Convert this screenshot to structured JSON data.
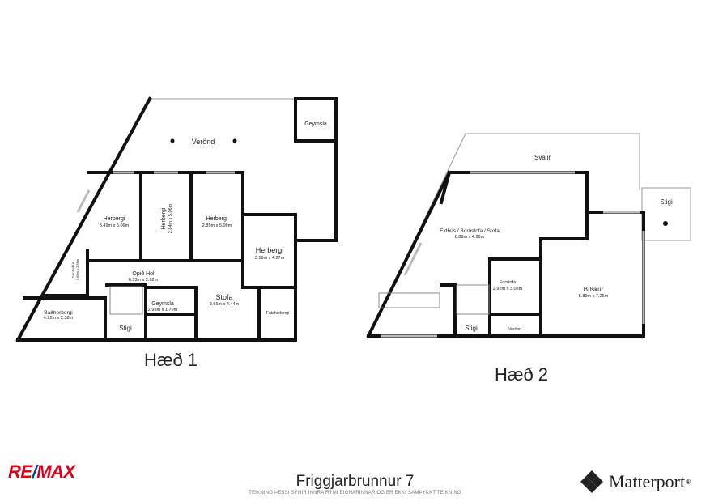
{
  "floor1": {
    "title": "Hæð 1",
    "rooms": [
      {
        "name": "Verönd",
        "size": ""
      },
      {
        "name": "Geymsla",
        "size": ""
      },
      {
        "name": "Herbergi",
        "size": "3.49m x 5.06m"
      },
      {
        "name": "Herbergi",
        "size": "2.84m x 5.06m"
      },
      {
        "name": "Herbergi",
        "size": "2.85m x 5.06m"
      },
      {
        "name": "Herbergi",
        "size": "3.19m x 4.27m"
      },
      {
        "name": "Opið Hol",
        "size": "6.33m x 2.02m"
      },
      {
        "name": "Þvottahús",
        "size": "1.68m x 2.56m"
      },
      {
        "name": "Baðherbergi",
        "size": "4.22m x 2.38m"
      },
      {
        "name": "Stigi",
        "size": ""
      },
      {
        "name": "Geymsla",
        "size": "2.98m x 1.70m"
      },
      {
        "name": "Stofa",
        "size": "3.66m x 4.44m"
      },
      {
        "name": "Fataherbergi",
        "size": ""
      }
    ]
  },
  "floor2": {
    "title": "Hæð 2",
    "rooms": [
      {
        "name": "Svalir",
        "size": ""
      },
      {
        "name": "Stigi",
        "size": ""
      },
      {
        "name": "Eldhús / Borðstofa / Stofa",
        "size": "8.89m x 4.96m"
      },
      {
        "name": "Forstofa",
        "size": "2.92m x 3.08m"
      },
      {
        "name": "Bílskúr",
        "size": "5.89m x 7.26m"
      },
      {
        "name": "Stigi",
        "size": ""
      },
      {
        "name": "Verönd",
        "size": ""
      }
    ]
  },
  "footer": {
    "address": "Friggjarbrunnur 7",
    "disclaimer": "TEIKNING ÞESSI SÝNIR INNRA RÝMI EIGNARINNAR OG ER EKKI SAMÞYKKT TEIKNING",
    "remax_logo": "RE/MAX",
    "matterport_logo": "Matterport",
    "trademark": "®"
  },
  "colors": {
    "remax_red": "#e1001a",
    "remax_blue": "#003da5",
    "wall": "#111111"
  }
}
